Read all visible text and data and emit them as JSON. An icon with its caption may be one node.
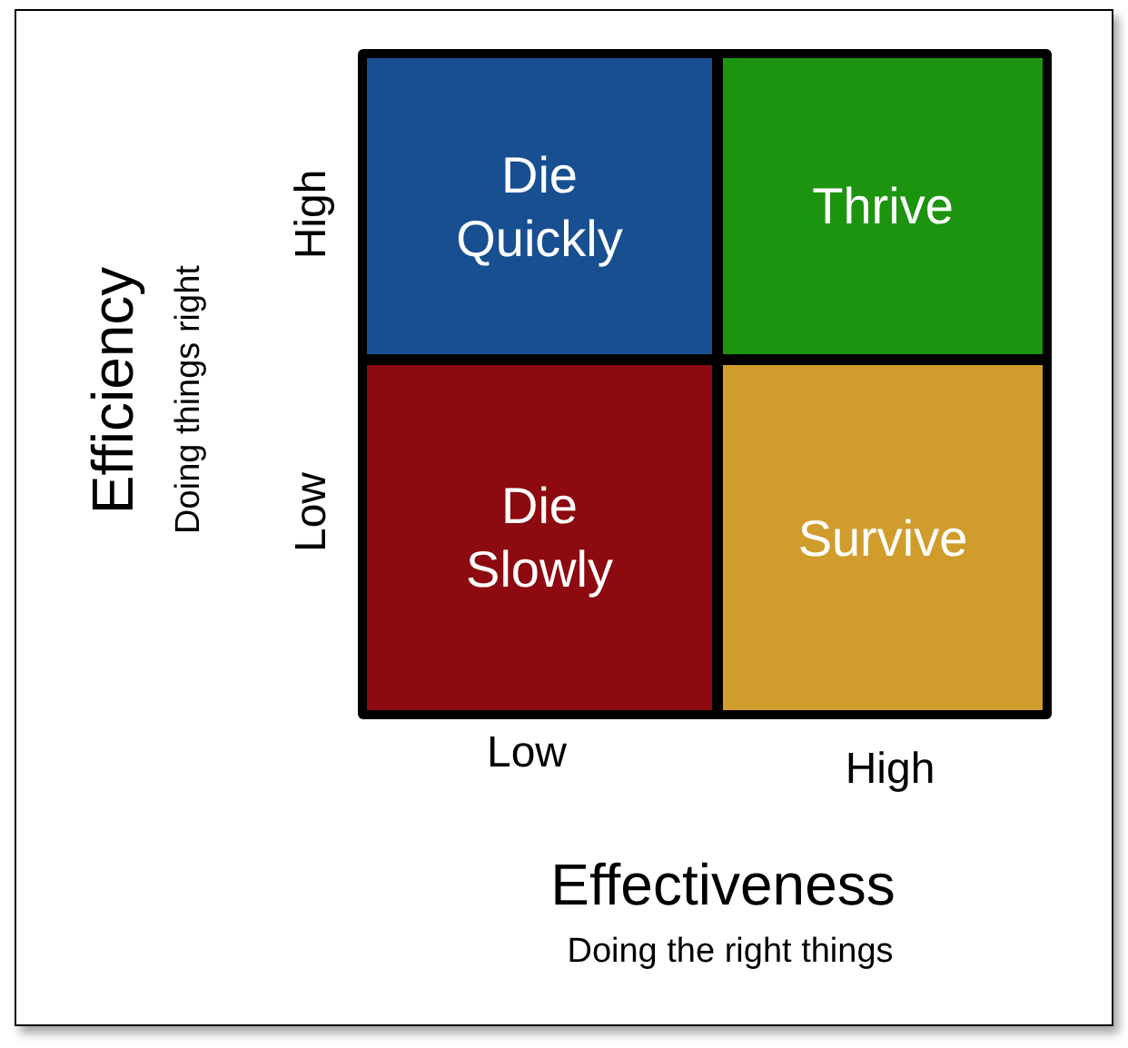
{
  "diagram": {
    "nodes": [
      {
        "text": [
          "Die Quickly"
        ]
      },
      {
        "text": [
          "Thrive"
        ]
      },
      {
        "text": [
          "Die Slowly"
        ]
      },
      {
        "text": [
          "Survive"
        ]
      }
    ],
    "labels": [
      "Efficiency",
      "Doing things right",
      "High",
      "Low",
      "Low",
      "High",
      "Effectiveness",
      "Doing the right things"
    ]
  }
}
